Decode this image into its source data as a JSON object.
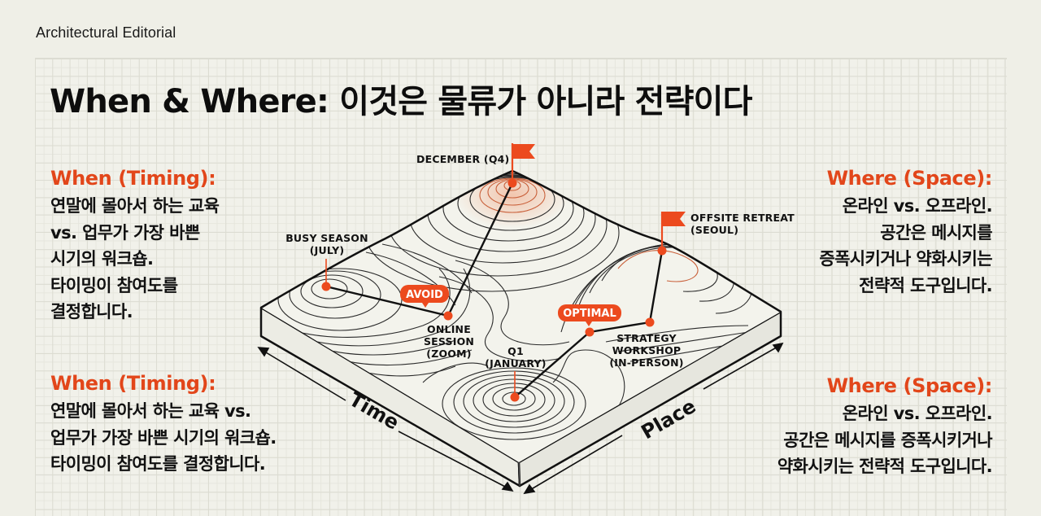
{
  "header": {
    "brand": "Architectural Editorial",
    "title": "When & Where: 이것은 물류가 아니라 전략이다"
  },
  "left_top": {
    "heading": "When (Timing):",
    "lines": [
      "연말에 몰아서 하는 교육",
      "vs. 업무가 가장 바쁜",
      "시기의 워크숍.",
      "타이밍이 참여도를",
      "결정합니다."
    ]
  },
  "left_bottom": {
    "heading": "When (Timing):",
    "lines": [
      "연말에 몰아서 하는 교육 vs.",
      "업무가 가장 바쁜 시기의 워크숍.",
      "타이밍이 참여도를 결정합니다."
    ]
  },
  "right_top": {
    "heading": "Where (Space):",
    "lines": [
      "온라인 vs. 오프라인.",
      "공간은 메시지를",
      "증폭시키거나 약화시키는",
      "전략적 도구입니다."
    ]
  },
  "right_bottom": {
    "heading": "Where (Space):",
    "lines": [
      "온라인 vs. 오프라인.",
      "공간은 메시지를 증폭시키거나",
      "약화시키는 전략적 도구입니다."
    ]
  },
  "map": {
    "accent_color": "#ec4a1e",
    "axes": {
      "time": "Time",
      "place": "Place"
    },
    "points": {
      "december": {
        "line1": "DECEMBER (Q4)",
        "icon": "flag-icon"
      },
      "busy_season": {
        "line1": "BUSY SEASON",
        "line2": "(JULY)"
      },
      "online": {
        "line1": "ONLINE",
        "line2": "SESSION",
        "line3": "(ZOOM)"
      },
      "q1": {
        "line1": "Q1",
        "line2": "(JANUARY)"
      },
      "workshop": {
        "line1": "STRATEGY",
        "line2": "WORKSHOP",
        "line3": "(IN-PERSON)"
      },
      "offsite": {
        "line1": "OFFSITE RETREAT",
        "line2": "(SEOUL)",
        "icon": "flag-icon"
      }
    },
    "badges": {
      "avoid": "AVOID",
      "optimal": "OPTIMAL"
    }
  }
}
